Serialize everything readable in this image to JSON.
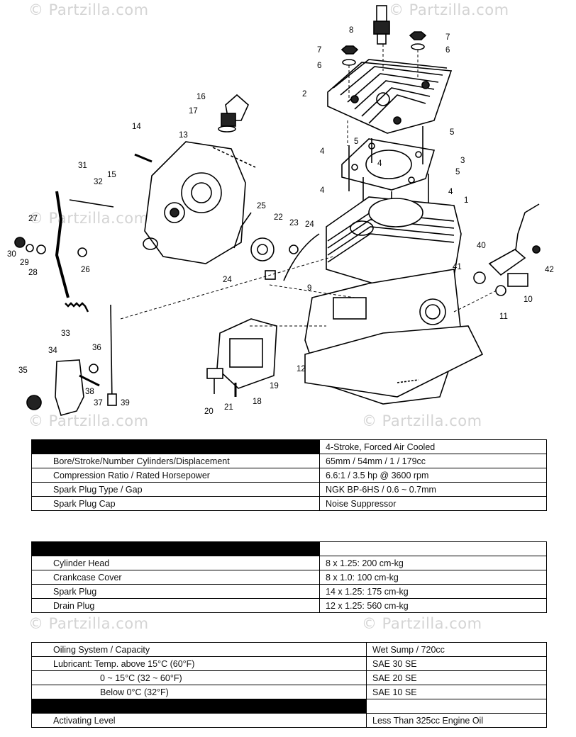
{
  "watermark": "© Partzilla.com",
  "callouts": [
    "1",
    "2",
    "3",
    "4",
    "5",
    "6",
    "7",
    "8",
    "9",
    "10",
    "11",
    "12",
    "13",
    "14",
    "15",
    "16",
    "17",
    "18",
    "19",
    "20",
    "21",
    "22",
    "23",
    "24",
    "25",
    "26",
    "27",
    "28",
    "29",
    "30",
    "31",
    "32",
    "33",
    "34",
    "35",
    "36",
    "37",
    "38",
    "39",
    "40",
    "41",
    "42"
  ],
  "table1": {
    "header": "",
    "header_value": "4-Stroke, Forced Air Cooled",
    "rows": [
      {
        "label": "Bore/Stroke/Number Cylinders/Displacement",
        "value": "65mm / 54mm / 1 / 179cc"
      },
      {
        "label": "Compression Ratio / Rated Horsepower",
        "value": "6.6:1 / 3.5 hp @ 3600 rpm"
      },
      {
        "label": "Spark Plug Type / Gap",
        "value": "NGK BP-6HS / 0.6 ~ 0.7mm"
      },
      {
        "label": "Spark Plug Cap",
        "value": "Noise Suppressor"
      }
    ]
  },
  "table2": {
    "header": "",
    "rows": [
      {
        "label": "Cylinder Head",
        "value": "8 x 1.25: 200 cm-kg"
      },
      {
        "label": "Crankcase Cover",
        "value": "8 x 1.0: 100 cm-kg"
      },
      {
        "label": "Spark Plug",
        "value": "14 x 1.25: 175 cm-kg"
      },
      {
        "label": "Drain Plug",
        "value": "12 x 1.25: 560 cm-kg"
      }
    ]
  },
  "table3": {
    "rows": [
      {
        "label": "Oiling System / Capacity",
        "value": "Wet Sump / 720cc"
      },
      {
        "label": "Lubricant: Temp. above 15°C (60°F)",
        "value": "SAE 30 SE"
      },
      {
        "label": "0 ~ 15°C (32 ~ 60°F)",
        "value": "SAE 20 SE"
      },
      {
        "label": "Below 0°C (32°F)",
        "value": "SAE 10 SE"
      }
    ],
    "header": "",
    "after_rows": [
      {
        "label": "Activating Level",
        "value": "Less Than 325cc Engine Oil"
      }
    ]
  }
}
